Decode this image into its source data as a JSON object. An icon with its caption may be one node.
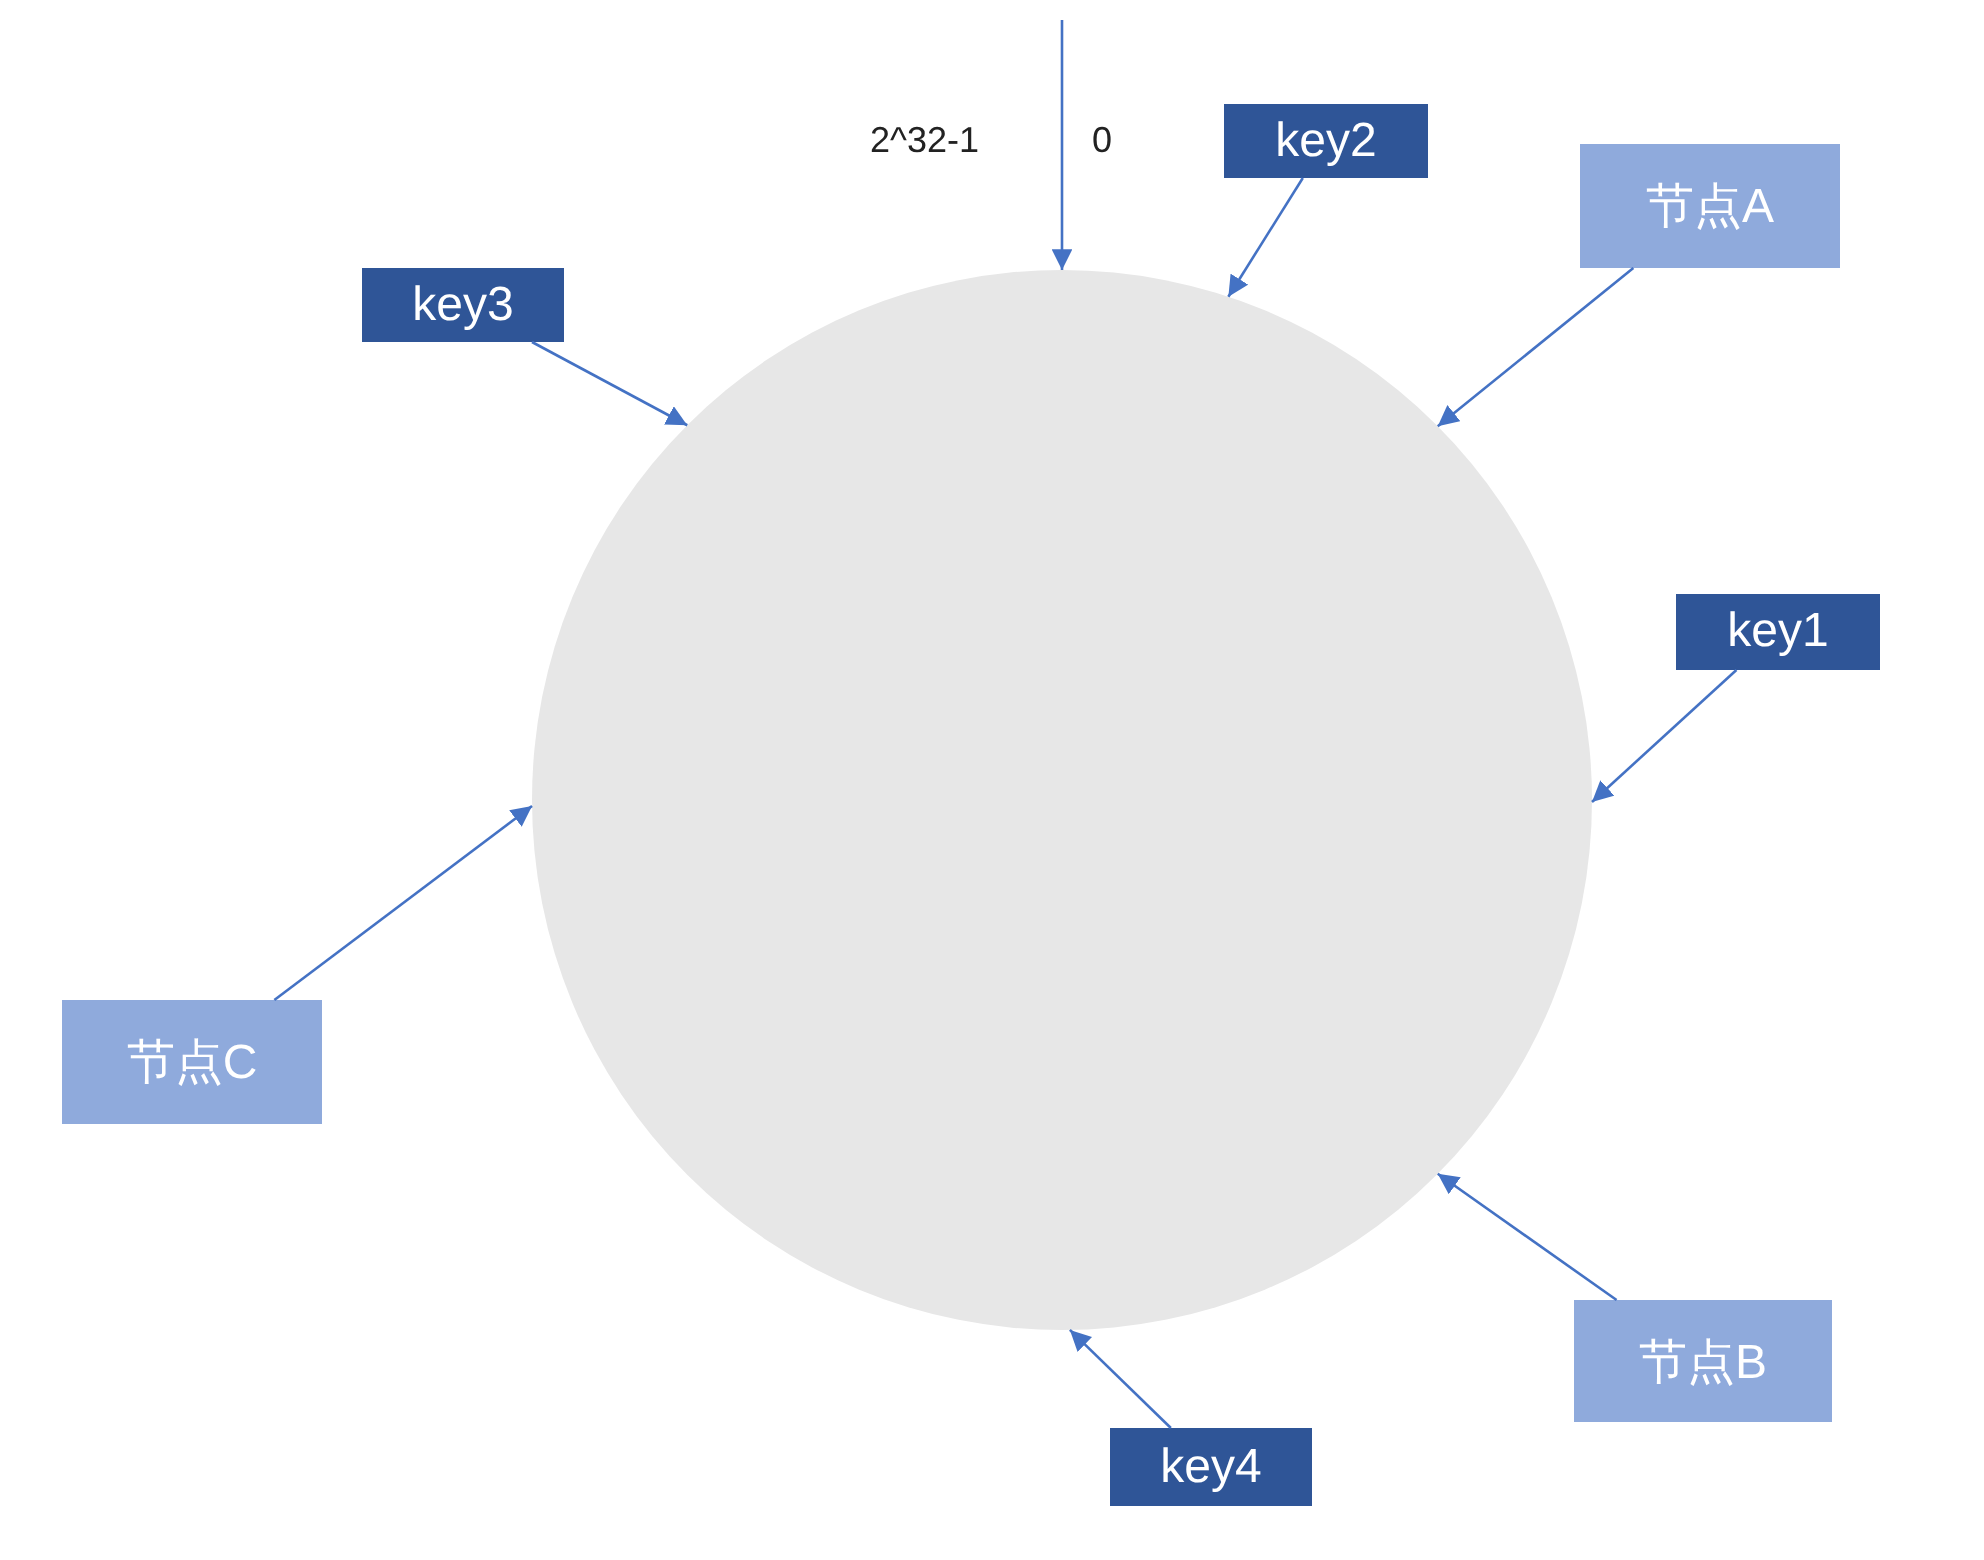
{
  "diagram": {
    "nodes": [
      {
        "text": [],
        "shape": "circle"
      },
      {
        "text": [
          "key2"
        ]
      },
      {
        "text": [
          "节点A"
        ]
      },
      {
        "text": [
          "key3"
        ]
      },
      {
        "text": [
          "key1"
        ]
      },
      {
        "text": [
          "节点C"
        ]
      },
      {
        "text": [
          "节点B"
        ]
      },
      {
        "text": [
          "key4"
        ]
      }
    ],
    "edges": [
      {
        "from": null,
        "to": 0,
        "arrow": "to"
      },
      {
        "from": 1,
        "to": 0,
        "arrow": "to"
      },
      {
        "from": 2,
        "to": 0,
        "arrow": "to"
      },
      {
        "from": 3,
        "to": 0,
        "arrow": "to"
      },
      {
        "from": 4,
        "to": 0,
        "arrow": "to"
      },
      {
        "from": 5,
        "to": 0,
        "arrow": "to"
      },
      {
        "from": 6,
        "to": 0,
        "arrow": "to"
      },
      {
        "from": 7,
        "to": 0,
        "arrow": "to"
      }
    ],
    "labels": [
      "2^32-1",
      "0"
    ]
  }
}
